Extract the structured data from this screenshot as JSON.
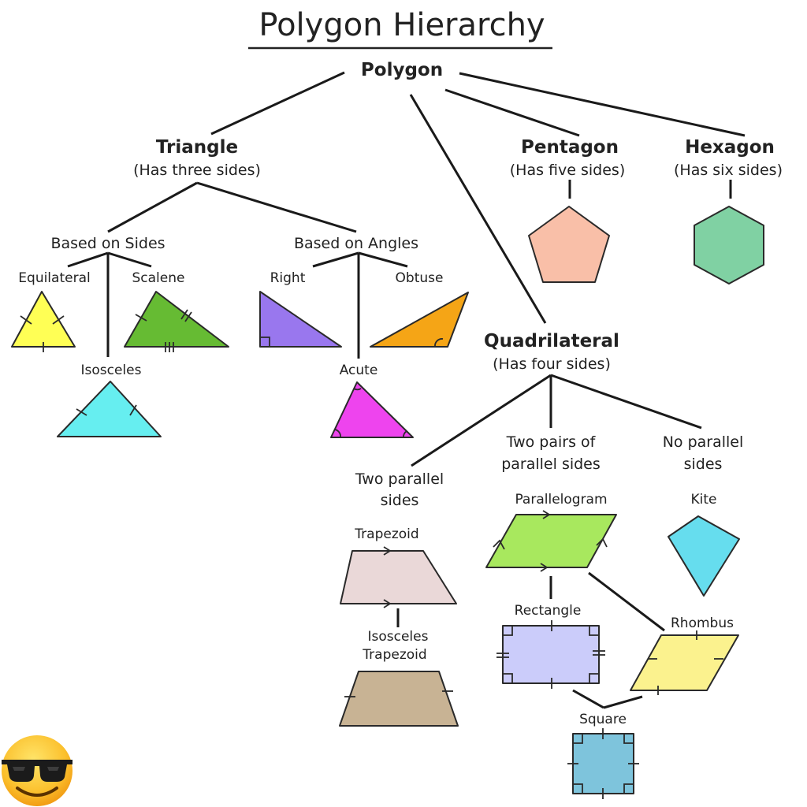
{
  "title": "Polygon Hierarchy",
  "root": {
    "label": "Polygon"
  },
  "triangle": {
    "label": "Triangle",
    "sub": "(Has three sides)",
    "by_sides": "Based on Sides",
    "by_angles": "Based on Angles",
    "equilateral": "Equilateral",
    "scalene": "Scalene",
    "isosceles": "Isosceles",
    "right": "Right",
    "obtuse": "Obtuse",
    "acute": "Acute"
  },
  "pentagon": {
    "label": "Pentagon",
    "sub": "(Has five sides)"
  },
  "hexagon": {
    "label": "Hexagon",
    "sub": "(Has six sides)"
  },
  "quadrilateral": {
    "label": "Quadrilateral",
    "sub": "(Has four sides)",
    "two_parallel_1": "Two parallel",
    "two_parallel_2": "sides",
    "two_pairs_1": "Two pairs of",
    "two_pairs_2": "parallel sides",
    "no_parallel_1": "No parallel",
    "no_parallel_2": "sides",
    "trapezoid": "Trapezoid",
    "isosceles_trapezoid_1": "Isosceles",
    "isosceles_trapezoid_2": "Trapezoid",
    "parallelogram": "Parallelogram",
    "kite": "Kite",
    "rectangle": "Rectangle",
    "rhombus": "Rhombus",
    "square": "Square"
  },
  "colors": {
    "equilateral": "#ffff55",
    "scalene": "#66bb33",
    "isosceles": "#66eef0",
    "right": "#9977ee",
    "obtuse": "#f5a516",
    "acute": "#ee44ee",
    "pentagon": "#f9bfa8",
    "hexagon": "#80d1a3",
    "trapezoid": "#ead8d8",
    "isosceles_trapezoid": "#c8b394",
    "parallelogram": "#a8e85e",
    "kite": "#66ddee",
    "rectangle": "#cbccfa",
    "rhombus": "#fbf28e",
    "square": "#7ec4dc"
  },
  "icons": {
    "corner_emoji": "smiling-face-with-sunglasses-icon"
  }
}
